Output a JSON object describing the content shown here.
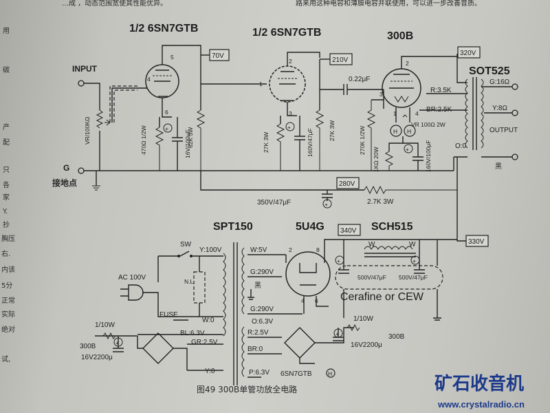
{
  "top_text_left": "…成 ，动态范围宽使其性能优异。",
  "top_text_right": "路来用这种电容和薄膜电容并联使用，可以进一步改善音质。",
  "left_margin_chars": [
    "用",
    "碳",
    "产",
    "配",
    "只",
    "各",
    "家",
    "Y.",
    "抄",
    "胸压",
    "右.",
    "内该",
    "5分",
    "正常",
    "实际",
    "绝对",
    "试,"
  ],
  "tubes": {
    "v1": "1/2  6SN7GTB",
    "v2": "1/2  6SN7GTB",
    "v3": "300B",
    "rect": "5U4G"
  },
  "input": {
    "label": "INPUT",
    "vr": "VR/100KΩ",
    "ground": "G",
    "ground_point": "接地点"
  },
  "stage1": {
    "r_cathode": "470Ω 1/2W",
    "c_cathode": "16V/100μF",
    "r_plate": "62K 3W",
    "pin_grid": "4",
    "pin_plate": "5",
    "pin_cathode": "6",
    "b_plus": "70V"
  },
  "stage2": {
    "r_cathode": "27K 3W",
    "c_cathode": "160V/47μF",
    "r_plate": "27K 3W",
    "pin_grid": "1",
    "pin_plate": "2",
    "pin_cathode": "3",
    "b_plus": "210V",
    "coupling": "0.22μF"
  },
  "stage3": {
    "r_grid": "270K 1/2W",
    "r_bias": "1KΩ 20W",
    "c_bias": "160V/100μF",
    "vr": "VR 100Ω 2W",
    "pin_grid": "3",
    "pin_plate": "2",
    "pin_f1": "1",
    "pin_f2": "4",
    "b_plus": "320V",
    "heater": "H"
  },
  "supply": {
    "node_280": "280V",
    "c_350": "350V/47μF",
    "r_27k": "2.7K 3W",
    "node_340": "340V",
    "node_330": "330V"
  },
  "output_xfmr": {
    "name": "SOT525",
    "primary_r": "R:3.5K",
    "primary_br": "BR:2.5K",
    "tap_16": "G:16Ω",
    "tap_8": "Y:8Ω",
    "tap_0": "O:0",
    "output": "OUTPUT",
    "black": "黑"
  },
  "power_xfmr": {
    "name": "SPT150",
    "sw": "SW",
    "ac": "AC 100V",
    "nl": "N.L",
    "fuse": "FUSE",
    "primary_y": "Y:100V",
    "primary_w": "W:0",
    "bl": "BL:6.3V",
    "gr": "GR:2.5V",
    "y0": "Y:0",
    "sec_w": "W:5V",
    "sec_g290": "G:290V",
    "black": "黑",
    "sec_g290b": "G:290V",
    "o63": "O:6.3V",
    "r25": "R:2.5V",
    "br0": "BR:0",
    "p63": "P:6.3V"
  },
  "rect_pins": {
    "p2": "2",
    "p8": "8",
    "p4": "4",
    "p6": "6"
  },
  "choke": {
    "name": "SCH515",
    "w1": "W",
    "w2": "W"
  },
  "filter_caps": {
    "c1": "500V/47μF",
    "c2": "500V/47μF",
    "note": "Cerafine or CEW"
  },
  "aux_supply": {
    "left_r": "1/10W",
    "left_label": "300B",
    "left_cap": "16V2200μ",
    "right_r": "1/10W",
    "right_label": "300B",
    "right_cap": "16V2200μ",
    "heater_label": "6SN7GTB",
    "heater_mark": "H"
  },
  "caption": "图49    300B单管功放全电路",
  "watermark_cn": "矿石收音机",
  "watermark_url": "www.crystalradio.cn"
}
